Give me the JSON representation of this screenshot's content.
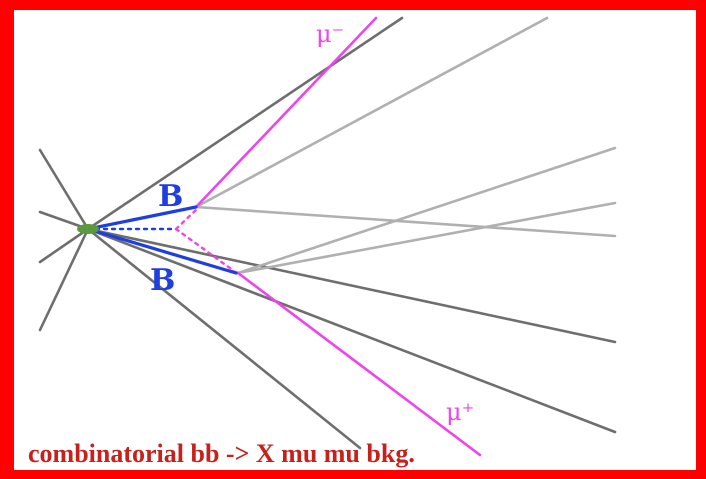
{
  "labels": {
    "b_upper": "B",
    "b_lower": "B",
    "mu_minus": "μ⁻",
    "mu_plus": "μ⁺"
  },
  "caption": "combinatorial bb -> X mu mu bkg.",
  "colors": {
    "frame": "#ff0000",
    "b_track": "#1f3ee0",
    "muon_track": "#ee44ee",
    "dark_track": "#6e6e6e",
    "light_track": "#b0b0b0",
    "vertex": "#5a9a3a",
    "caption": "#c8201a"
  }
}
